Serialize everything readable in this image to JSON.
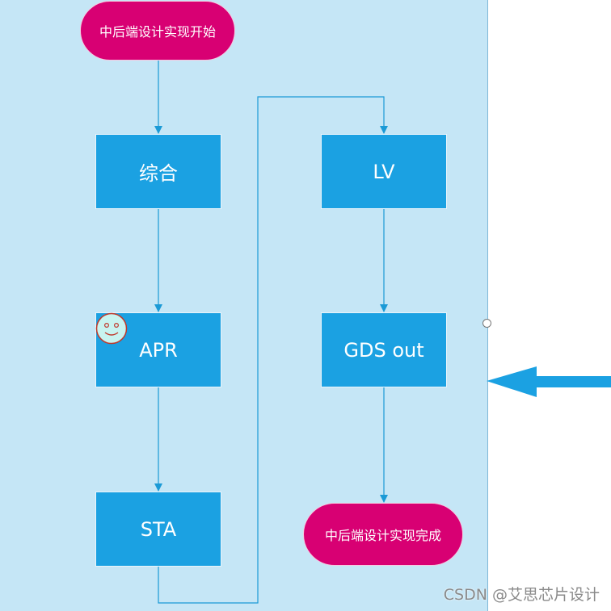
{
  "diagram": {
    "nodes": {
      "start": {
        "label": "中后端设计实现开始",
        "shape": "terminal"
      },
      "synthesis": {
        "label": "综合",
        "shape": "process"
      },
      "apr": {
        "label": "APR",
        "shape": "process"
      },
      "sta": {
        "label": "STA",
        "shape": "process"
      },
      "lv": {
        "label": "LV",
        "shape": "process"
      },
      "gds_out": {
        "label": "GDS out",
        "shape": "process"
      },
      "end": {
        "label": "中后端设计实现完成",
        "shape": "terminal"
      }
    },
    "edges": [
      [
        "start",
        "synthesis"
      ],
      [
        "synthesis",
        "apr"
      ],
      [
        "apr",
        "sta"
      ],
      [
        "sta",
        "lv"
      ],
      [
        "lv",
        "gds_out"
      ],
      [
        "gds_out",
        "end"
      ]
    ]
  },
  "colors": {
    "swimlane_background": "#c5e6f6",
    "process_fill": "#1ba1e2",
    "terminal_fill": "#d80073",
    "connector": "#1b9ad6",
    "pointer_arrow": "#1ba1e2"
  },
  "decorations": {
    "smiley": "smiley-face-icon",
    "handle": "resize-handle-icon",
    "pointer": "left-arrow-icon"
  },
  "watermark": {
    "text": "CSDN @艾思芯片设计"
  }
}
